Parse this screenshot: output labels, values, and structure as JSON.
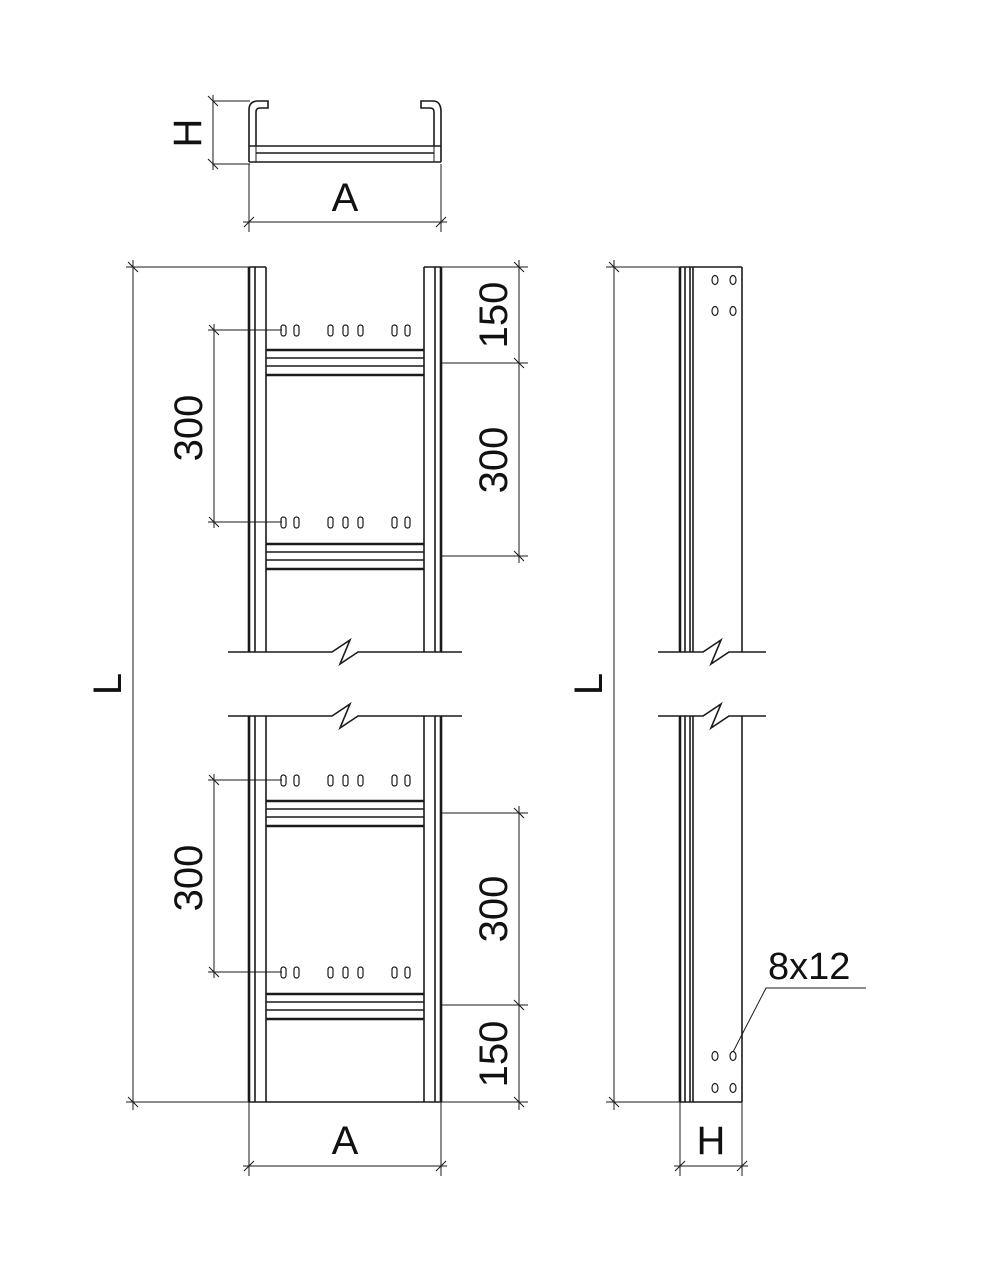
{
  "labels": {
    "cross_width": "A",
    "cross_height": "H",
    "top_view_width": "A",
    "length_left": "L",
    "length_right": "L",
    "left_pitch_upper": "300",
    "left_pitch_lower": "300",
    "right_offset_top": "150",
    "right_pitch_upper": "300",
    "right_pitch_lower": "300",
    "right_offset_bottom": "150",
    "side_view_height": "H",
    "hole_size": "8x12"
  }
}
